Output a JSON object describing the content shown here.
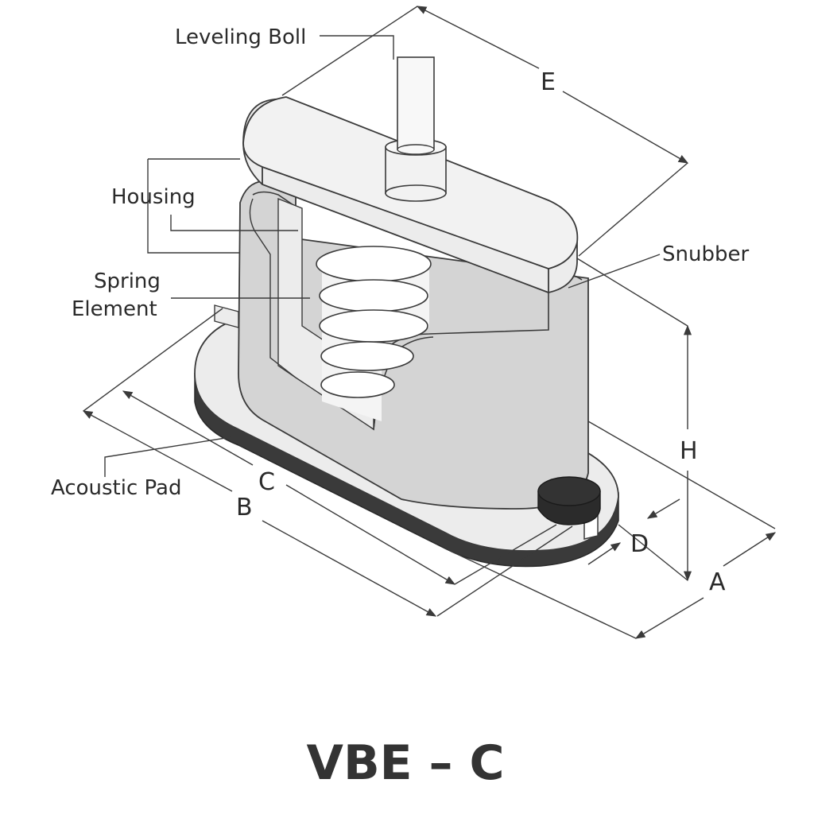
{
  "labels": {
    "leveling_bolt": "Leveling Boll",
    "housing": "Housing",
    "spring_line1": "Spring",
    "spring_line2": "Element",
    "snubber": "Snubber",
    "acoustic_pad": "Acoustic Pad"
  },
  "dimensions": {
    "a": "A",
    "b": "B",
    "c": "C",
    "d": "D",
    "e": "E",
    "h": "H"
  },
  "title": "VBE – C",
  "colors": {
    "stroke": "#3a3a3a",
    "housing_fill": "#d4d4d4",
    "light_fill": "#ececec",
    "pad_fill": "#3a3a3a",
    "snubber_fill": "#2b2b2b"
  }
}
